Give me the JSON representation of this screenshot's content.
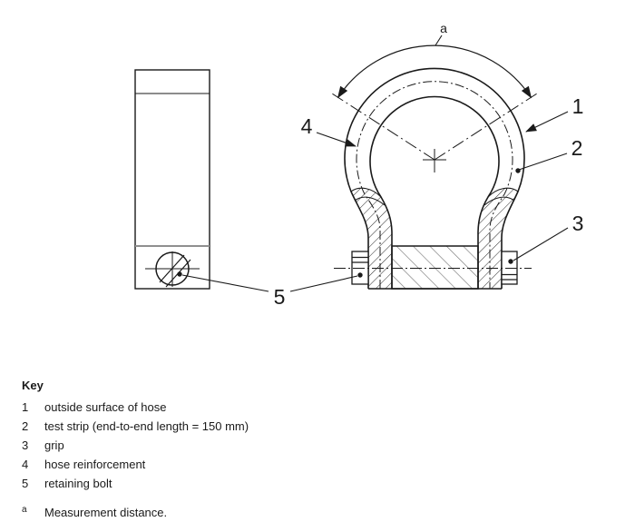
{
  "figure": {
    "callouts": {
      "a": "a",
      "n1": "1",
      "n2": "2",
      "n3": "3",
      "n4": "4",
      "n5": "5"
    },
    "icons": {
      "measurement_arc": "double-arrow-arc",
      "bolt_end_view": "circle-crosshair-with-slashes"
    },
    "colors": {
      "line": "#1a1a1a",
      "block_hatch": "#7a7a7a",
      "grip_divider_gray": "#8f8f8f",
      "background": "#ffffff"
    }
  },
  "key": {
    "title": "Key",
    "items": [
      {
        "num": "1",
        "label": "outside surface of hose"
      },
      {
        "num": "2",
        "label": "test strip (end-to-end length = 150 mm)"
      },
      {
        "num": "3",
        "label": "grip"
      },
      {
        "num": "4",
        "label": "hose reinforcement"
      },
      {
        "num": "5",
        "label": "retaining bolt"
      }
    ],
    "footnote": {
      "marker": "a",
      "text": "Measurement distance."
    }
  }
}
